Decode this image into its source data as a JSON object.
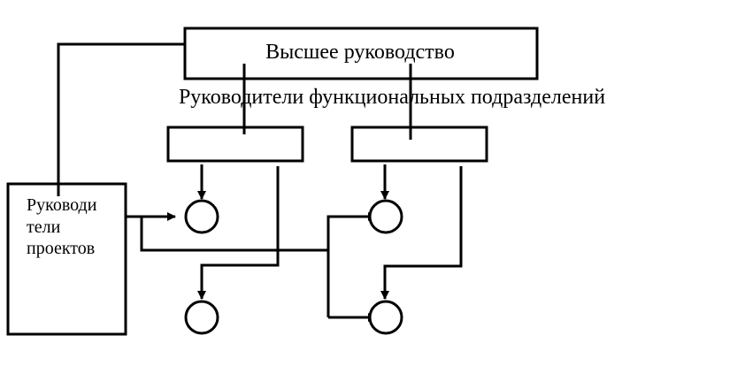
{
  "diagram": {
    "top_box_label": "Высшее руководство",
    "functional_heads_label": "Руководители функциональных подразделений",
    "project_box_lines": [
      "Руководи",
      "тели",
      "проектов"
    ]
  }
}
